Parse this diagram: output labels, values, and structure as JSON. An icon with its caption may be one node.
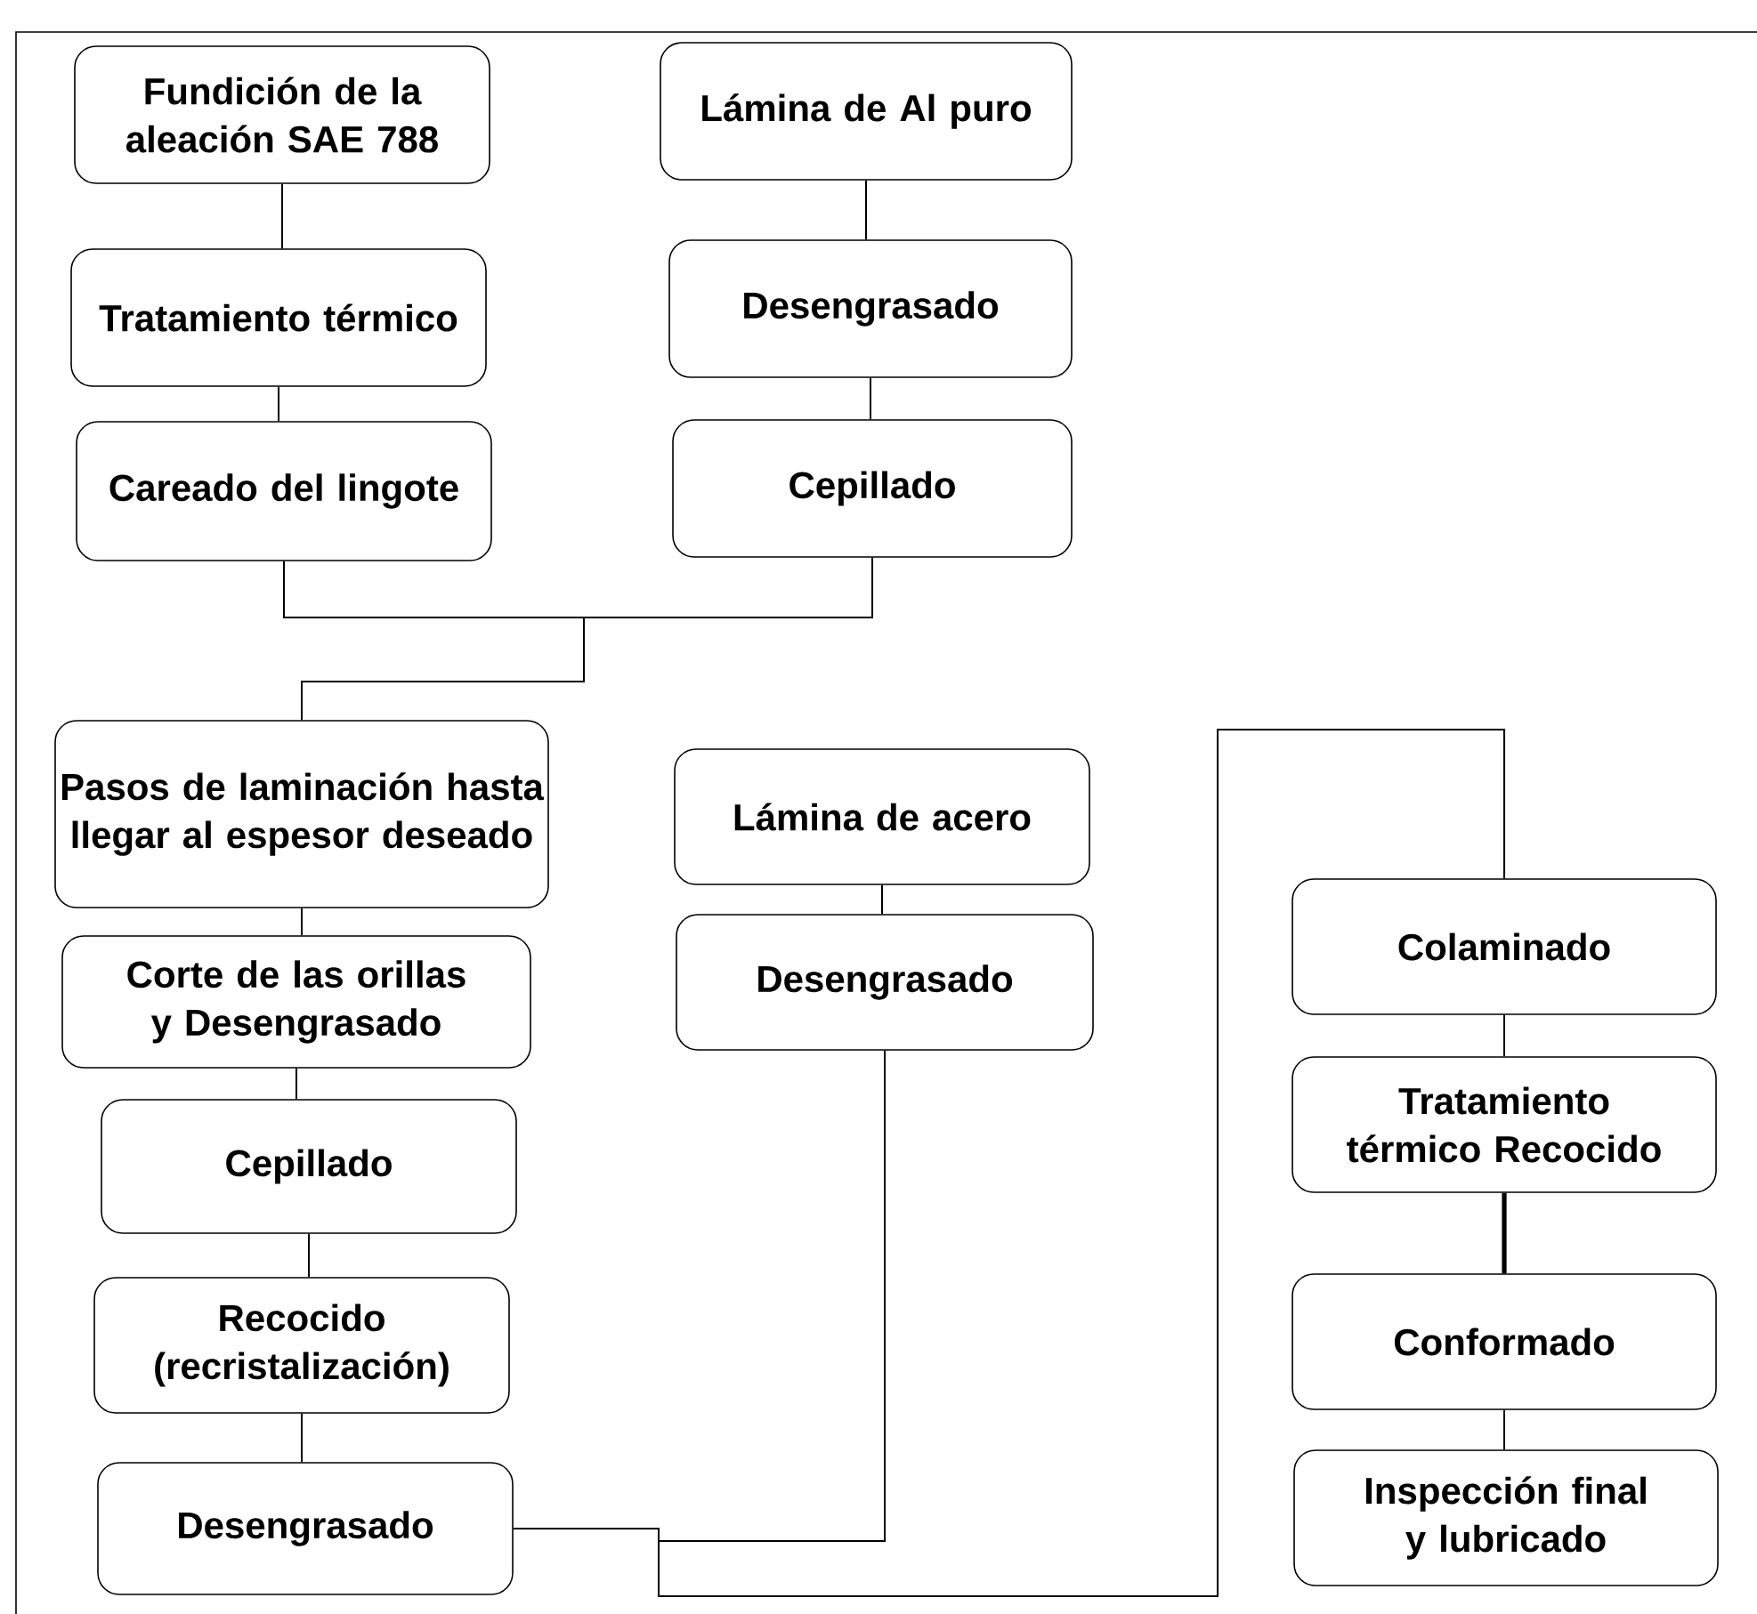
{
  "diagram": {
    "nodes": [
      {
        "text": [
          "Fundición de la aleación SAE 788"
        ]
      },
      {
        "text": [
          "Lámina de Al puro"
        ]
      },
      {
        "text": [
          "Tratamiento térmico"
        ]
      },
      {
        "text": [
          "Desengrasado"
        ]
      },
      {
        "text": [
          "Careado del lingote"
        ]
      },
      {
        "text": [
          "Cepillado"
        ]
      },
      {
        "text": [
          "Pasos de laminación hasta llegar al espesor deseado"
        ]
      },
      {
        "text": [
          "Corte de las orillas y Desengrasado"
        ]
      },
      {
        "text": [
          "Cepillado"
        ]
      },
      {
        "text": [
          "Recocido (recristalización)"
        ]
      },
      {
        "text": [
          "Desengrasado"
        ]
      },
      {
        "text": [
          "Lámina de acero"
        ]
      },
      {
        "text": [
          "Desengrasado"
        ]
      },
      {
        "text": [
          "Colaminado"
        ]
      },
      {
        "text": [
          "Tratamiento térmico Recocido"
        ]
      },
      {
        "text": [
          "Conformado"
        ]
      },
      {
        "text": [
          "Inspección final y lubricado"
        ]
      }
    ],
    "edges": [
      {
        "from": 0,
        "to": 2,
        "arrow": "none"
      },
      {
        "from": 2,
        "to": 4,
        "arrow": "none"
      },
      {
        "from": 1,
        "to": 3,
        "arrow": "none"
      },
      {
        "from": 3,
        "to": 5,
        "arrow": "none"
      },
      {
        "from": 4,
        "to": 6,
        "arrow": "none"
      },
      {
        "from": 5,
        "to": 6,
        "arrow": "none"
      },
      {
        "from": 6,
        "to": 7,
        "arrow": "none"
      },
      {
        "from": 7,
        "to": 8,
        "arrow": "none"
      },
      {
        "from": 8,
        "to": 9,
        "arrow": "none"
      },
      {
        "from": 9,
        "to": 10,
        "arrow": "none"
      },
      {
        "from": 11,
        "to": 12,
        "arrow": "none"
      },
      {
        "from": 10,
        "to": 13,
        "arrow": "none"
      },
      {
        "from": 12,
        "to": 13,
        "arrow": "none"
      },
      {
        "from": 13,
        "to": 14,
        "arrow": "none"
      },
      {
        "from": 14,
        "to": 15,
        "arrow": "none",
        "style": "thick"
      },
      {
        "from": 15,
        "to": 16,
        "arrow": "none"
      }
    ]
  }
}
